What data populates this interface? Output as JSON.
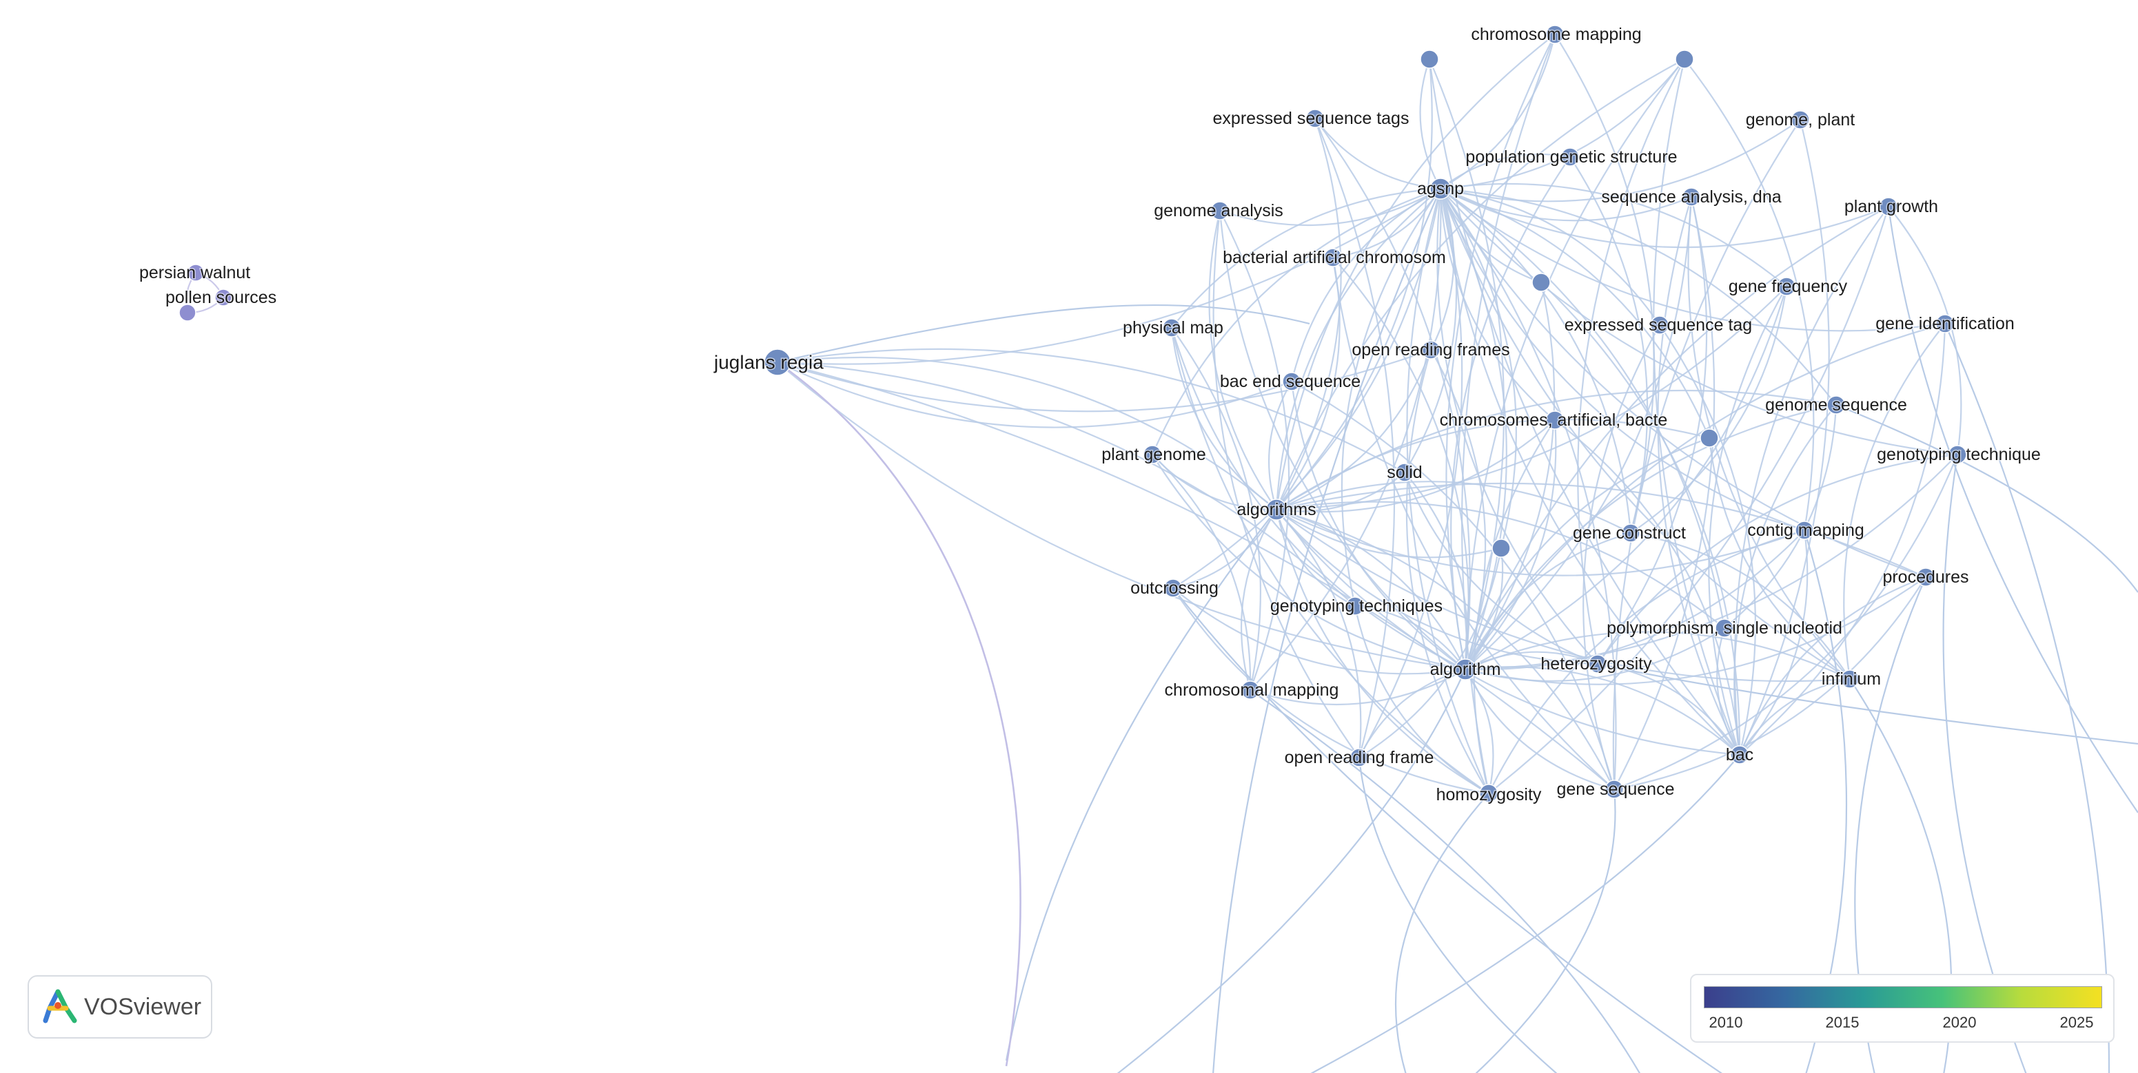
{
  "app": {
    "name": "VOSviewer"
  },
  "legend": {
    "ticks": [
      "2010",
      "2015",
      "2020",
      "2025"
    ],
    "gradient": [
      "#3b3f8c",
      "#3568a0",
      "#2a9a96",
      "#47c27a",
      "#b9dc3c",
      "#f4e022"
    ]
  },
  "colors": {
    "edge_main": "#b8cbe6",
    "edge_isolated": "#c2bfe6",
    "node_main": "#6f8cc0",
    "node_isolated": "#8e8ed0"
  },
  "network": {
    "nodes": [
      {
        "id": "persian-walnut",
        "label": "persian walnut",
        "group": "isolated"
      },
      {
        "id": "pollen-sources",
        "label": "pollen sources",
        "group": "isolated"
      },
      {
        "id": "isolated-unlabeled",
        "label": "",
        "group": "isolated"
      },
      {
        "id": "juglans-regia",
        "label": "juglans regia",
        "group": "main"
      },
      {
        "id": "chromosome-mapping",
        "label": "chromosome mapping",
        "group": "main"
      },
      {
        "id": "unlabeled-1",
        "label": "",
        "group": "main"
      },
      {
        "id": "unlabeled-2",
        "label": "",
        "group": "main"
      },
      {
        "id": "expressed-sequence-tags",
        "label": "expressed sequence tags",
        "group": "main"
      },
      {
        "id": "genome-plant",
        "label": "genome, plant",
        "group": "main"
      },
      {
        "id": "population-genetic-structure",
        "label": "population genetic structure",
        "group": "main"
      },
      {
        "id": "agsnp",
        "label": "agsnp",
        "group": "main"
      },
      {
        "id": "sequence-analysis-dna",
        "label": "sequence analysis, dna",
        "group": "main"
      },
      {
        "id": "genome-analysis",
        "label": "genome analysis",
        "group": "main"
      },
      {
        "id": "plant-growth",
        "label": "plant growth",
        "group": "main"
      },
      {
        "id": "bacterial-artificial-chromosom",
        "label": "bacterial artificial chromosom",
        "group": "main"
      },
      {
        "id": "unlabeled-3",
        "label": "",
        "group": "main"
      },
      {
        "id": "gene-frequency",
        "label": "gene frequency",
        "group": "main"
      },
      {
        "id": "physical-map",
        "label": "physical map",
        "group": "main"
      },
      {
        "id": "expressed-sequence-tag",
        "label": "expressed sequence tag",
        "group": "main"
      },
      {
        "id": "gene-identification",
        "label": "gene identification",
        "group": "main"
      },
      {
        "id": "open-reading-frames",
        "label": "open reading frames",
        "group": "main"
      },
      {
        "id": "bac-end-sequence",
        "label": "bac end sequence",
        "group": "main"
      },
      {
        "id": "genome-sequence",
        "label": "genome sequence",
        "group": "main"
      },
      {
        "id": "chromosomes-artificial-bacte",
        "label": "chromosomes, artificial, bacte",
        "group": "main"
      },
      {
        "id": "unlabeled-4",
        "label": "",
        "group": "main"
      },
      {
        "id": "plant-genome",
        "label": "plant genome",
        "group": "main"
      },
      {
        "id": "genotyping-technique",
        "label": "genotyping technique",
        "group": "main"
      },
      {
        "id": "solid",
        "label": "solid",
        "group": "main"
      },
      {
        "id": "algorithms",
        "label": "algorithms",
        "group": "main"
      },
      {
        "id": "gene-construct",
        "label": "gene construct",
        "group": "main"
      },
      {
        "id": "contig-mapping",
        "label": "contig mapping",
        "group": "main"
      },
      {
        "id": "unlabeled-5",
        "label": "",
        "group": "main"
      },
      {
        "id": "procedures",
        "label": "procedures",
        "group": "main"
      },
      {
        "id": "outcrossing",
        "label": "outcrossing",
        "group": "main"
      },
      {
        "id": "genotyping-techniques",
        "label": "genotyping techniques",
        "group": "main"
      },
      {
        "id": "polymorphism-single-nucleotid",
        "label": "polymorphism, single nucleotid",
        "group": "main"
      },
      {
        "id": "heterozygosity",
        "label": "heterozygosity",
        "group": "main"
      },
      {
        "id": "algorithm",
        "label": "algorithm",
        "group": "main"
      },
      {
        "id": "infinium",
        "label": "infinium",
        "group": "main"
      },
      {
        "id": "chromosomal-mapping",
        "label": "chromosomal mapping",
        "group": "main"
      },
      {
        "id": "bac",
        "label": "bac",
        "group": "main"
      },
      {
        "id": "open-reading-frame",
        "label": "open reading frame",
        "group": "main"
      },
      {
        "id": "homozygosity",
        "label": "homozygosity",
        "group": "main"
      },
      {
        "id": "gene-sequence",
        "label": "gene sequence",
        "group": "main"
      }
    ],
    "edges": [
      [
        "persian-walnut",
        "pollen-sources"
      ],
      [
        "persian-walnut",
        "isolated-unlabeled"
      ],
      [
        "pollen-sources",
        "isolated-unlabeled"
      ],
      [
        "agsnp",
        "chromosome-mapping"
      ],
      [
        "agsnp",
        "unlabeled-1"
      ],
      [
        "agsnp",
        "unlabeled-2"
      ],
      [
        "agsnp",
        "expressed-sequence-tags"
      ],
      [
        "agsnp",
        "genome-plant"
      ],
      [
        "agsnp",
        "population-genetic-structure"
      ],
      [
        "agsnp",
        "sequence-analysis-dna"
      ],
      [
        "agsnp",
        "genome-analysis"
      ],
      [
        "agsnp",
        "plant-growth"
      ],
      [
        "agsnp",
        "bacterial-artificial-chromosom"
      ],
      [
        "agsnp",
        "unlabeled-3"
      ],
      [
        "agsnp",
        "gene-frequency"
      ],
      [
        "agsnp",
        "physical-map"
      ],
      [
        "agsnp",
        "expressed-sequence-tag"
      ],
      [
        "agsnp",
        "gene-identification"
      ],
      [
        "agsnp",
        "open-reading-frames"
      ],
      [
        "agsnp",
        "bac-end-sequence"
      ],
      [
        "agsnp",
        "genome-sequence"
      ],
      [
        "agsnp",
        "chromosomes-artificial-bacte"
      ],
      [
        "agsnp",
        "unlabeled-4"
      ],
      [
        "agsnp",
        "plant-genome"
      ],
      [
        "agsnp",
        "solid"
      ],
      [
        "agsnp",
        "algorithms"
      ],
      [
        "agsnp",
        "gene-construct"
      ],
      [
        "agsnp",
        "contig-mapping"
      ],
      [
        "agsnp",
        "unlabeled-5"
      ],
      [
        "agsnp",
        "procedures"
      ],
      [
        "agsnp",
        "outcrossing"
      ],
      [
        "agsnp",
        "genotyping-techniques"
      ],
      [
        "agsnp",
        "polymorphism-single-nucleotid"
      ],
      [
        "agsnp",
        "heterozygosity"
      ],
      [
        "agsnp",
        "algorithm"
      ],
      [
        "agsnp",
        "infinium"
      ],
      [
        "agsnp",
        "chromosomal-mapping"
      ],
      [
        "agsnp",
        "bac"
      ],
      [
        "agsnp",
        "open-reading-frame"
      ],
      [
        "agsnp",
        "homozygosity"
      ],
      [
        "agsnp",
        "gene-sequence"
      ],
      [
        "agsnp",
        "genotyping-technique"
      ],
      [
        "algorithms",
        "chromosome-mapping"
      ],
      [
        "algorithms",
        "unlabeled-1"
      ],
      [
        "algorithms",
        "unlabeled-2"
      ],
      [
        "algorithms",
        "expressed-sequence-tags"
      ],
      [
        "algorithms",
        "genome-analysis"
      ],
      [
        "algorithms",
        "bacterial-artificial-chromosom"
      ],
      [
        "algorithms",
        "physical-map"
      ],
      [
        "algorithms",
        "open-reading-frames"
      ],
      [
        "algorithms",
        "bac-end-sequence"
      ],
      [
        "algorithms",
        "chromosomes-artificial-bacte"
      ],
      [
        "algorithms",
        "plant-genome"
      ],
      [
        "algorithms",
        "solid"
      ],
      [
        "algorithms",
        "gene-construct"
      ],
      [
        "algorithms",
        "contig-mapping"
      ],
      [
        "algorithms",
        "outcrossing"
      ],
      [
        "algorithms",
        "genotyping-techniques"
      ],
      [
        "algorithms",
        "algorithm"
      ],
      [
        "algorithms",
        "heterozygosity"
      ],
      [
        "algorithms",
        "polymorphism-single-nucleotid"
      ],
      [
        "algorithms",
        "chromosomal-mapping"
      ],
      [
        "algorithms",
        "open-reading-frame"
      ],
      [
        "algorithms",
        "homozygosity"
      ],
      [
        "algorithms",
        "gene-sequence"
      ],
      [
        "algorithms",
        "bac"
      ],
      [
        "algorithms",
        "unlabeled-4"
      ],
      [
        "algorithms",
        "unlabeled-5"
      ],
      [
        "algorithms",
        "genome-sequence"
      ],
      [
        "algorithms",
        "gene-frequency"
      ],
      [
        "algorithms",
        "procedures"
      ],
      [
        "algorithms",
        "infinium"
      ],
      [
        "algorithm",
        "chromosome-mapping"
      ],
      [
        "algorithm",
        "unlabeled-1"
      ],
      [
        "algorithm",
        "unlabeled-2"
      ],
      [
        "algorithm",
        "expressed-sequence-tags"
      ],
      [
        "algorithm",
        "genome-analysis"
      ],
      [
        "algorithm",
        "bacterial-artificial-chromosom"
      ],
      [
        "algorithm",
        "physical-map"
      ],
      [
        "algorithm",
        "open-reading-frames"
      ],
      [
        "algorithm",
        "bac-end-sequence"
      ],
      [
        "algorithm",
        "chromosomes-artificial-bacte"
      ],
      [
        "algorithm",
        "plant-genome"
      ],
      [
        "algorithm",
        "solid"
      ],
      [
        "algorithm",
        "gene-construct"
      ],
      [
        "algorithm",
        "contig-mapping"
      ],
      [
        "algorithm",
        "outcrossing"
      ],
      [
        "algorithm",
        "genotyping-techniques"
      ],
      [
        "algorithm",
        "heterozygosity"
      ],
      [
        "algorithm",
        "polymorphism-single-nucleotid"
      ],
      [
        "algorithm",
        "chromosomal-mapping"
      ],
      [
        "algorithm",
        "open-reading-frame"
      ],
      [
        "algorithm",
        "homozygosity"
      ],
      [
        "algorithm",
        "gene-sequence"
      ],
      [
        "algorithm",
        "bac"
      ],
      [
        "algorithm",
        "unlabeled-3"
      ],
      [
        "algorithm",
        "unlabeled-4"
      ],
      [
        "algorithm",
        "unlabeled-5"
      ],
      [
        "algorithm",
        "genome-sequence"
      ],
      [
        "algorithm",
        "gene-frequency"
      ],
      [
        "algorithm",
        "gene-identification"
      ],
      [
        "algorithm",
        "procedures"
      ],
      [
        "algorithm",
        "infinium"
      ],
      [
        "algorithm",
        "genotyping-technique"
      ],
      [
        "algorithm",
        "plant-growth"
      ],
      [
        "algorithm",
        "sequence-analysis-dna"
      ],
      [
        "algorithm",
        "population-genetic-structure"
      ],
      [
        "juglans-regia",
        "agsnp"
      ],
      [
        "juglans-regia",
        "algorithms"
      ],
      [
        "juglans-regia",
        "algorithm"
      ],
      [
        "juglans-regia",
        "solid"
      ],
      [
        "juglans-regia",
        "bac-end-sequence"
      ],
      [
        "juglans-regia",
        "genotyping-techniques"
      ],
      [
        "juglans-regia",
        "open-reading-frames"
      ],
      [
        "juglans-regia",
        "gene-sequence"
      ],
      [
        "chromosome-mapping",
        "homozygosity"
      ],
      [
        "chromosome-mapping",
        "gene-construct"
      ],
      [
        "unlabeled-2",
        "bac"
      ],
      [
        "unlabeled-2",
        "contig-mapping"
      ],
      [
        "unlabeled-2",
        "heterozygosity"
      ],
      [
        "genome-plant",
        "bac"
      ],
      [
        "genome-plant",
        "gene-sequence"
      ],
      [
        "plant-growth",
        "genotyping-technique"
      ],
      [
        "plant-growth",
        "bac"
      ],
      [
        "plant-growth",
        "homozygosity"
      ],
      [
        "sequence-analysis-dna",
        "bac"
      ],
      [
        "sequence-analysis-dna",
        "gene-sequence"
      ],
      [
        "sequence-analysis-dna",
        "infinium"
      ],
      [
        "sequence-analysis-dna",
        "heterozygosity"
      ],
      [
        "gene-frequency",
        "bac"
      ],
      [
        "gene-frequency",
        "gene-construct"
      ],
      [
        "gene-identification",
        "infinium"
      ],
      [
        "gene-identification",
        "bac"
      ],
      [
        "genome-sequence",
        "bac"
      ],
      [
        "genome-sequence",
        "polymorphism-single-nucleotid"
      ],
      [
        "genotyping-technique",
        "heterozygosity"
      ],
      [
        "genotyping-technique",
        "gene-sequence"
      ],
      [
        "contig-mapping",
        "homozygosity"
      ],
      [
        "contig-mapping",
        "bac"
      ],
      [
        "procedures",
        "bac"
      ],
      [
        "procedures",
        "gene-sequence"
      ],
      [
        "infinium",
        "bac"
      ],
      [
        "expressed-sequence-tag",
        "bac"
      ],
      [
        "expressed-sequence-tag",
        "gene-sequence"
      ],
      [
        "chromosomes-artificial-bacte",
        "bac"
      ],
      [
        "chromosomes-artificial-bacte",
        "homozygosity"
      ],
      [
        "physical-map",
        "chromosomal-mapping"
      ],
      [
        "physical-map",
        "homozygosity"
      ],
      [
        "genome-analysis",
        "chromosomal-mapping"
      ],
      [
        "genome-analysis",
        "open-reading-frame"
      ],
      [
        "plant-genome",
        "chromosomal-mapping"
      ],
      [
        "outcrossing",
        "homozygosity"
      ],
      [
        "bac-end-sequence",
        "gene-sequence"
      ],
      [
        "open-reading-frames",
        "homozygosity"
      ],
      [
        "expressed-sequence-tags",
        "open-reading-frame"
      ],
      [
        "unlabeled-1",
        "bac"
      ],
      [
        "unlabeled-3",
        "bac"
      ],
      [
        "unlabeled-4",
        "infinium"
      ],
      [
        "unlabeled-5",
        "open-reading-frame"
      ],
      [
        "solid",
        "heterozygosity"
      ],
      [
        "gene-construct",
        "infinium"
      ],
      [
        "polymorphism-single-nucleotid",
        "bac"
      ],
      [
        "heterozygosity",
        "bac"
      ],
      [
        "genotyping-techniques",
        "homozygosity"
      ],
      [
        "population-genetic-structure",
        "gene-construct"
      ],
      [
        "bacterial-artificial-chromosom",
        "gene-sequence"
      ]
    ]
  }
}
